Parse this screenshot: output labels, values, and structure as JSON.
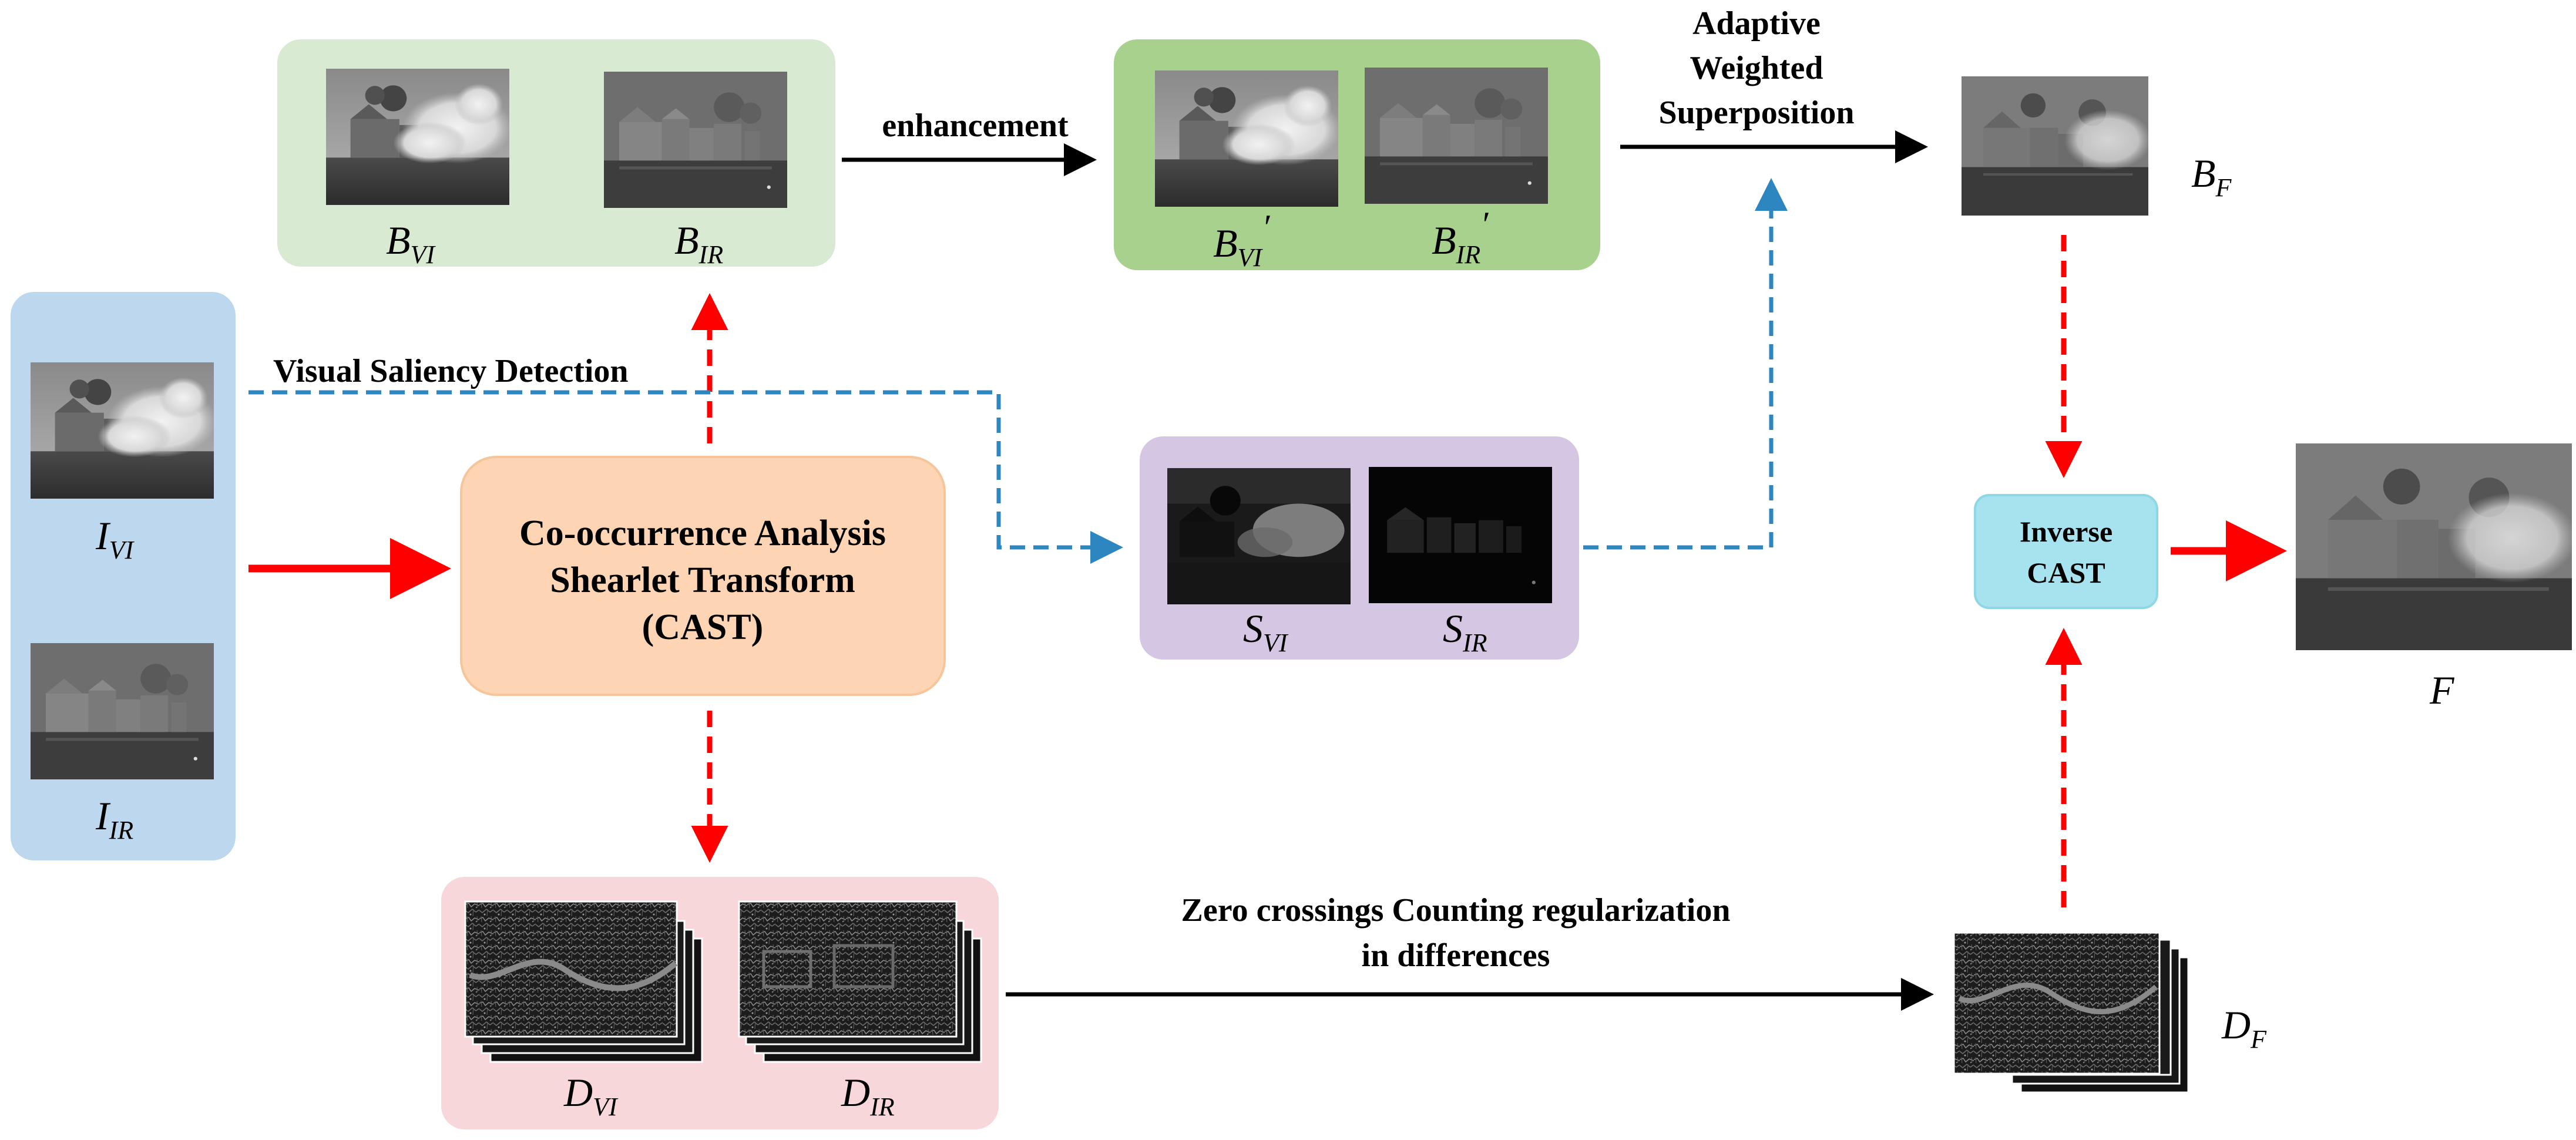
{
  "labels": {
    "enhancement": "enhancement",
    "adaptive_1": "Adaptive",
    "adaptive_2": "Weighted",
    "adaptive_3": "Superposition",
    "saliency": "Visual Saliency Detection",
    "cast_1": "Co-occurrence Analysis",
    "cast_2": "Shearlet Transform",
    "cast_3": "(CAST)",
    "inverse_1": "Inverse",
    "inverse_2": "CAST",
    "zero_1": "Zero crossings Counting regularization",
    "zero_2": "in differences"
  },
  "symbols": {
    "i_vi": {
      "base": "I",
      "sub": "VI"
    },
    "i_ir": {
      "base": "I",
      "sub": "IR"
    },
    "b_vi": {
      "base": "B",
      "sub": "VI"
    },
    "b_ir": {
      "base": "B",
      "sub": "IR"
    },
    "b_vi_p": {
      "base": "B",
      "sub": "VI",
      "prime": "′"
    },
    "b_ir_p": {
      "base": "B",
      "sub": "IR",
      "prime": "′"
    },
    "s_vi": {
      "base": "S",
      "sub": "VI"
    },
    "s_ir": {
      "base": "S",
      "sub": "IR"
    },
    "d_vi": {
      "base": "D",
      "sub": "VI"
    },
    "d_ir": {
      "base": "D",
      "sub": "IR"
    },
    "b_f": {
      "base": "B",
      "sub": "F"
    },
    "d_f": {
      "base": "D",
      "sub": "F"
    },
    "f": {
      "base": "F",
      "sub": ""
    }
  },
  "colors": {
    "input_panel": "#bdd7ee",
    "base_panel": "#d9ead3",
    "enhanced_panel": "#a9d18e",
    "saliency_panel": "#d5c7e3",
    "detail_panel": "#f8d7da",
    "cast_box": "#fdd5b4",
    "inverse_box": "#a6e3ef",
    "red_arrow": "#ff0000",
    "blue_arrow": "#2e86c1",
    "black_arrow": "#000000"
  }
}
